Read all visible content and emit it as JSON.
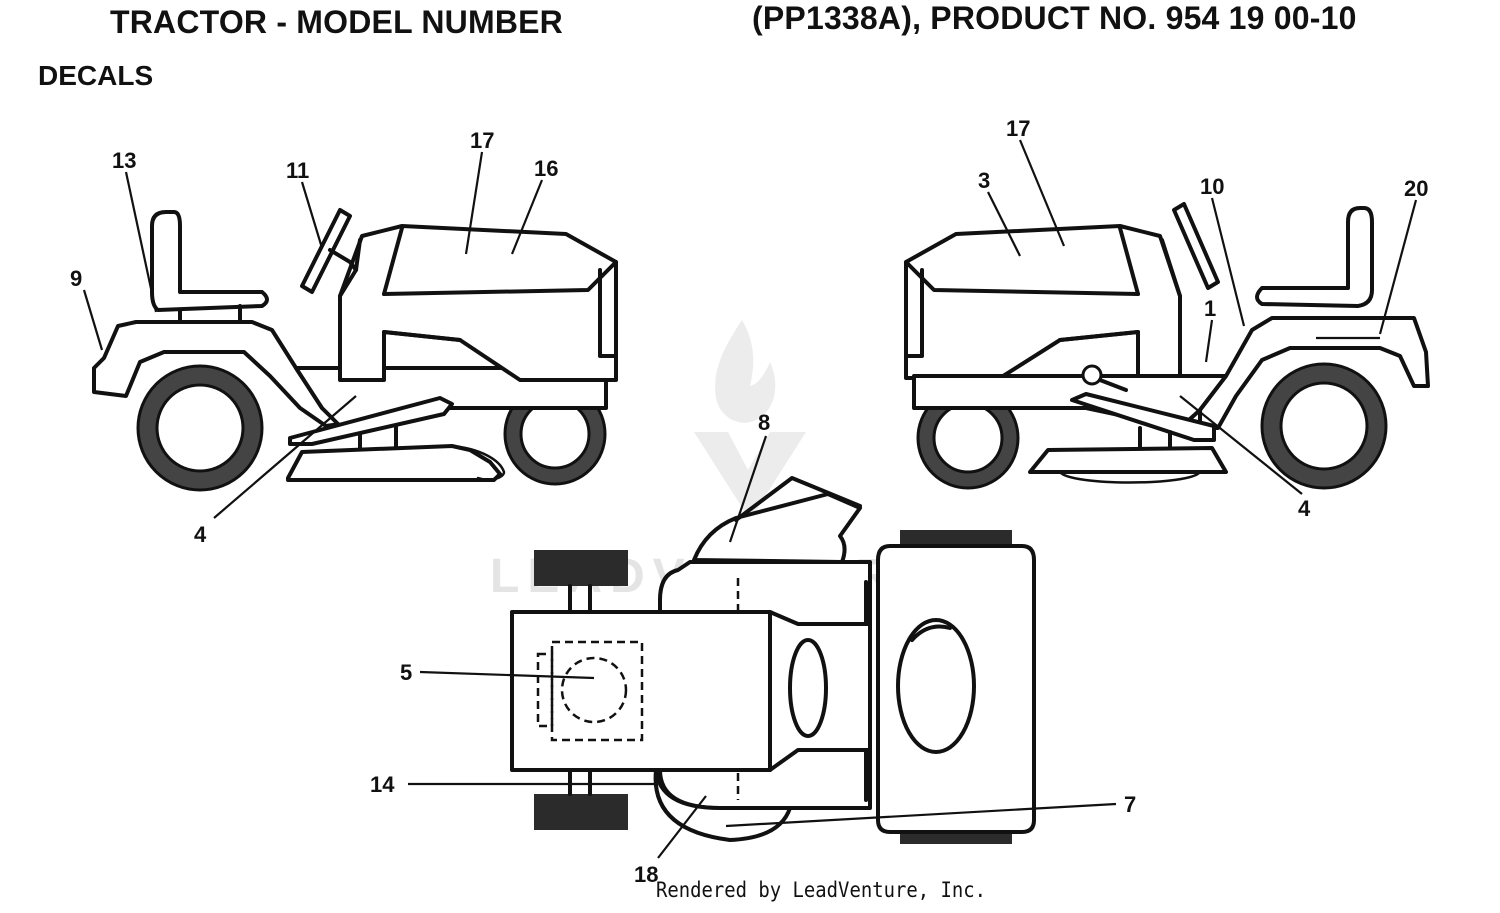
{
  "header": {
    "title_left": "TRACTOR - MODEL NUMBER",
    "title_right": "(PP1338A), PRODUCT NO. 954 19 00-10",
    "section": "DECALS"
  },
  "watermark": {
    "text": "LEADVENTURE"
  },
  "footer": {
    "text": "Rendered by LeadVenture, Inc."
  },
  "callouts": {
    "left_view": [
      "13",
      "11",
      "17",
      "16",
      "9",
      "4"
    ],
    "right_view": [
      "17",
      "3",
      "10",
      "20",
      "1",
      "4"
    ],
    "top_view": [
      "8",
      "5",
      "14",
      "7",
      "18"
    ]
  }
}
